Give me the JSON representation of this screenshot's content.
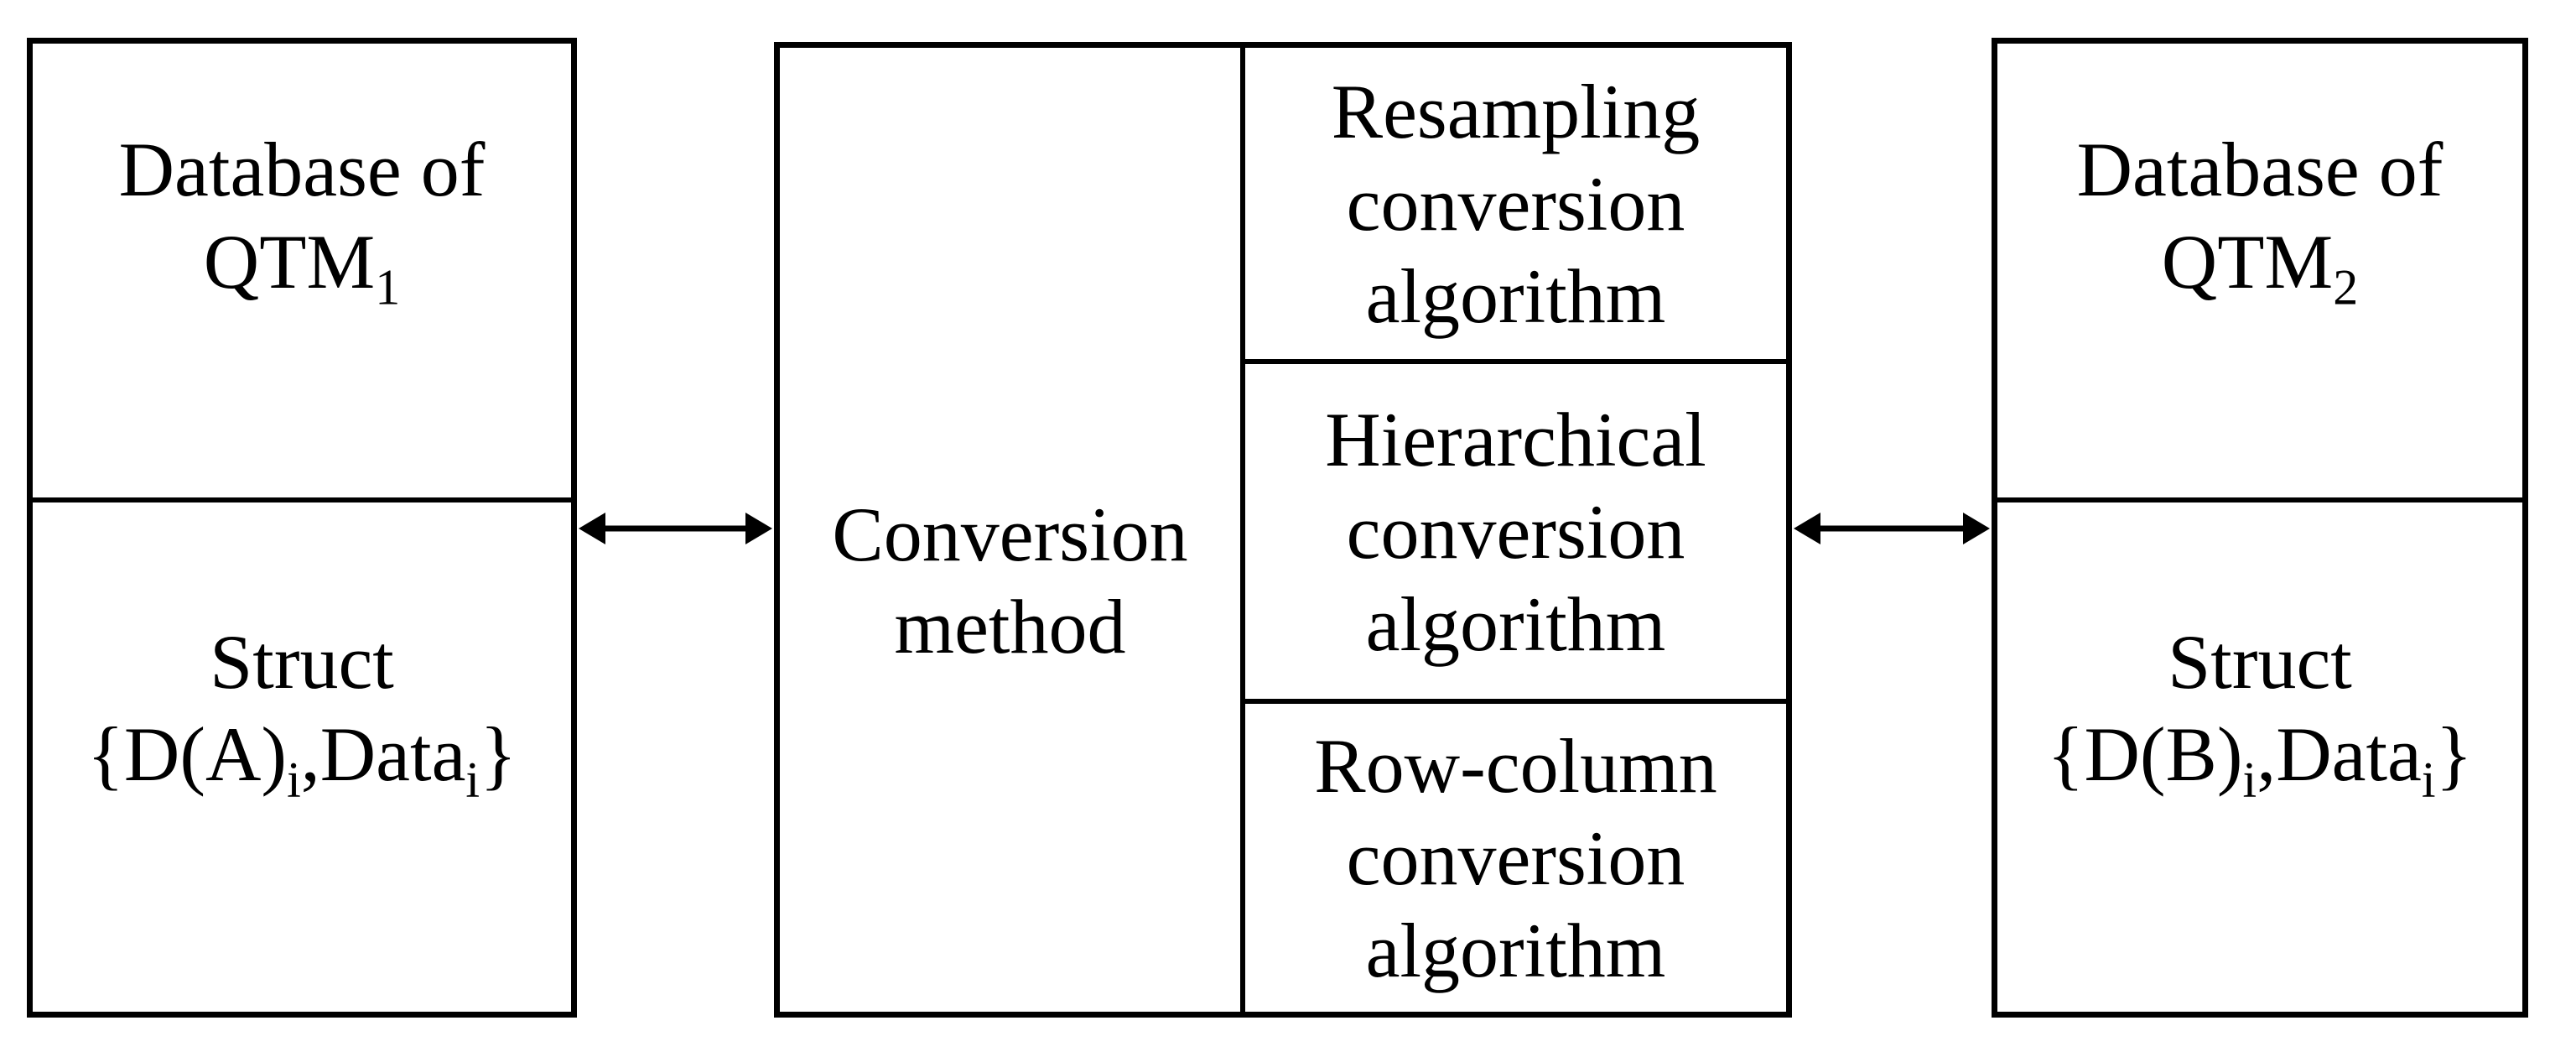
{
  "colors": {
    "background": "#ffffff",
    "line": "#000000",
    "text": "#000000"
  },
  "left_box": {
    "database_line1": "Database of",
    "database_name": "QTM",
    "database_sub": "1",
    "struct_title": "Struct",
    "struct_part1": "{D(A)",
    "struct_sub1": "i",
    "struct_part2": ",Data",
    "struct_sub2": "i",
    "struct_part3": "}"
  },
  "middle_box": {
    "method_line1": "Conversion",
    "method_line2": "method",
    "algorithms": [
      {
        "line1": "Resampling",
        "line2": "conversion",
        "line3": "algorithm"
      },
      {
        "line1": "Hierarchical",
        "line2": "conversion",
        "line3": "algorithm"
      },
      {
        "line1": "Row-column",
        "line2": "conversion",
        "line3": "algorithm"
      }
    ]
  },
  "right_box": {
    "database_line1": "Database of",
    "database_name": "QTM",
    "database_sub": "2",
    "struct_title": "Struct",
    "struct_part1": "{D(B)",
    "struct_sub1": "i",
    "struct_part2": ",Data",
    "struct_sub2": "i",
    "struct_part3": "}"
  }
}
